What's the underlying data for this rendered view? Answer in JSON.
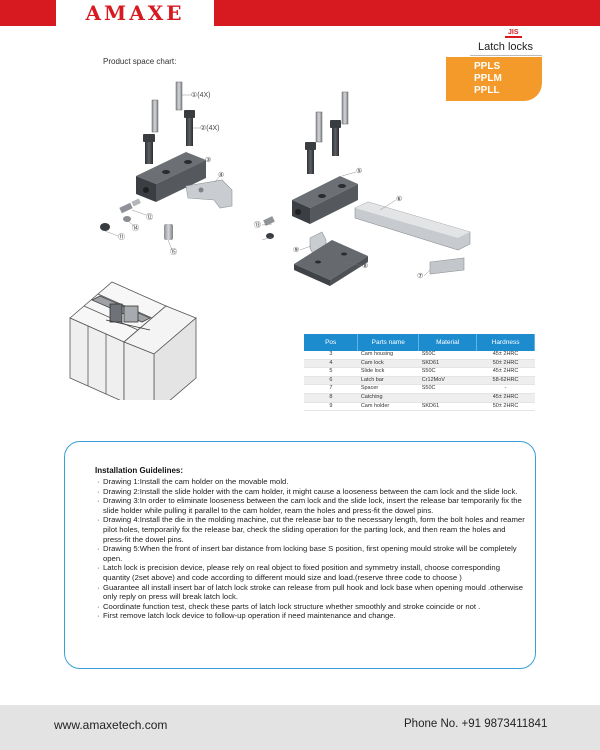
{
  "brand": {
    "logo": "AMAXE"
  },
  "header": {
    "standard_badge": "JIS",
    "series_title": "Latch locks",
    "codes": [
      "PPLS",
      "PPLM",
      "PPLL"
    ]
  },
  "chart_title": "Product space chart:",
  "callouts": [
    "①(4X)",
    "②(4X)",
    "③",
    "④",
    "⑤",
    "⑥",
    "⑦",
    "⑧",
    "⑨",
    "⑪",
    "⑫",
    "⑬",
    "⑭",
    "⑮"
  ],
  "parts_table": {
    "headers": [
      "Pos",
      "Parts name",
      "Material",
      "Hardness"
    ],
    "rows": [
      {
        "pos": "3",
        "name": "Cam housing",
        "material": "S50C",
        "hardness": "45±  2HRC"
      },
      {
        "pos": "4",
        "name": "Cam lock",
        "material": "SKD61",
        "hardness": "50±  2HRC"
      },
      {
        "pos": "5",
        "name": "Slide lock",
        "material": "S50C",
        "hardness": "45±  2HRC"
      },
      {
        "pos": "6",
        "name": "Latch bar",
        "material": "Cr12MoV",
        "hardness": "58-62HRC"
      },
      {
        "pos": "7",
        "name": "Spacer",
        "material": "S50C",
        "hardness": "-"
      },
      {
        "pos": "8",
        "name": "Catching",
        "material": "",
        "hardness": "45±  2HRC"
      },
      {
        "pos": "9",
        "name": "Cam holder",
        "material": "SKD61",
        "hardness": "50±  2HRC"
      }
    ]
  },
  "guidelines": {
    "heading": "Installation Guidelines:",
    "items": [
      "Drawing 1:Install the cam holder on the movable mold.",
      "Drawing 2:Install the slide holder with the cam holder, it might cause a looseness between the cam lock and the slide lock.",
      "Drawing 3:In order to eliminate looseness between the cam lock and the slide lock, insert the release bar temporarily fix the slide holder while pulling it parallel to the cam holder, ream the holes and press-fit the dowel pins.",
      "Drawing 4:Install the die in the molding machine, cut the release bar to the necessary length, form the bolt holes and reamer pilot holes, temporarily fix the release bar, check the sliding operation for the parting lock, and then ream the holes and press-fit the dowel pins.",
      "Drawing 5:When the front of insert bar distance from locking base S position, first opening mould stroke will be completely open.",
      "Latch lock is precision device, please rely on real object to fixed position and symmetry install, choose corresponding quantity (2set above) and code according to different mould size and load.(reserve three code to choose )",
      "Guarantee all install insert bar of  latch lock stroke can release from pull hook and lock base when opening mould .otherwise only reply on press will break latch lock.",
      "Coordinate function test, check these parts of latch lock structure whether smoothly and stroke coincide or not .",
      "First remove latch lock device to follow-up operation if need maintenance and change."
    ]
  },
  "footer": {
    "website": "www.amaxetech.com",
    "phone": "Phone No. +91 9873411841"
  },
  "colors": {
    "brand_red": "#d71920",
    "badge_orange": "#f39a2a",
    "table_blue": "#1d8ccf",
    "border_blue": "#3a9fd8",
    "footer_gray": "#e3e3e3"
  }
}
